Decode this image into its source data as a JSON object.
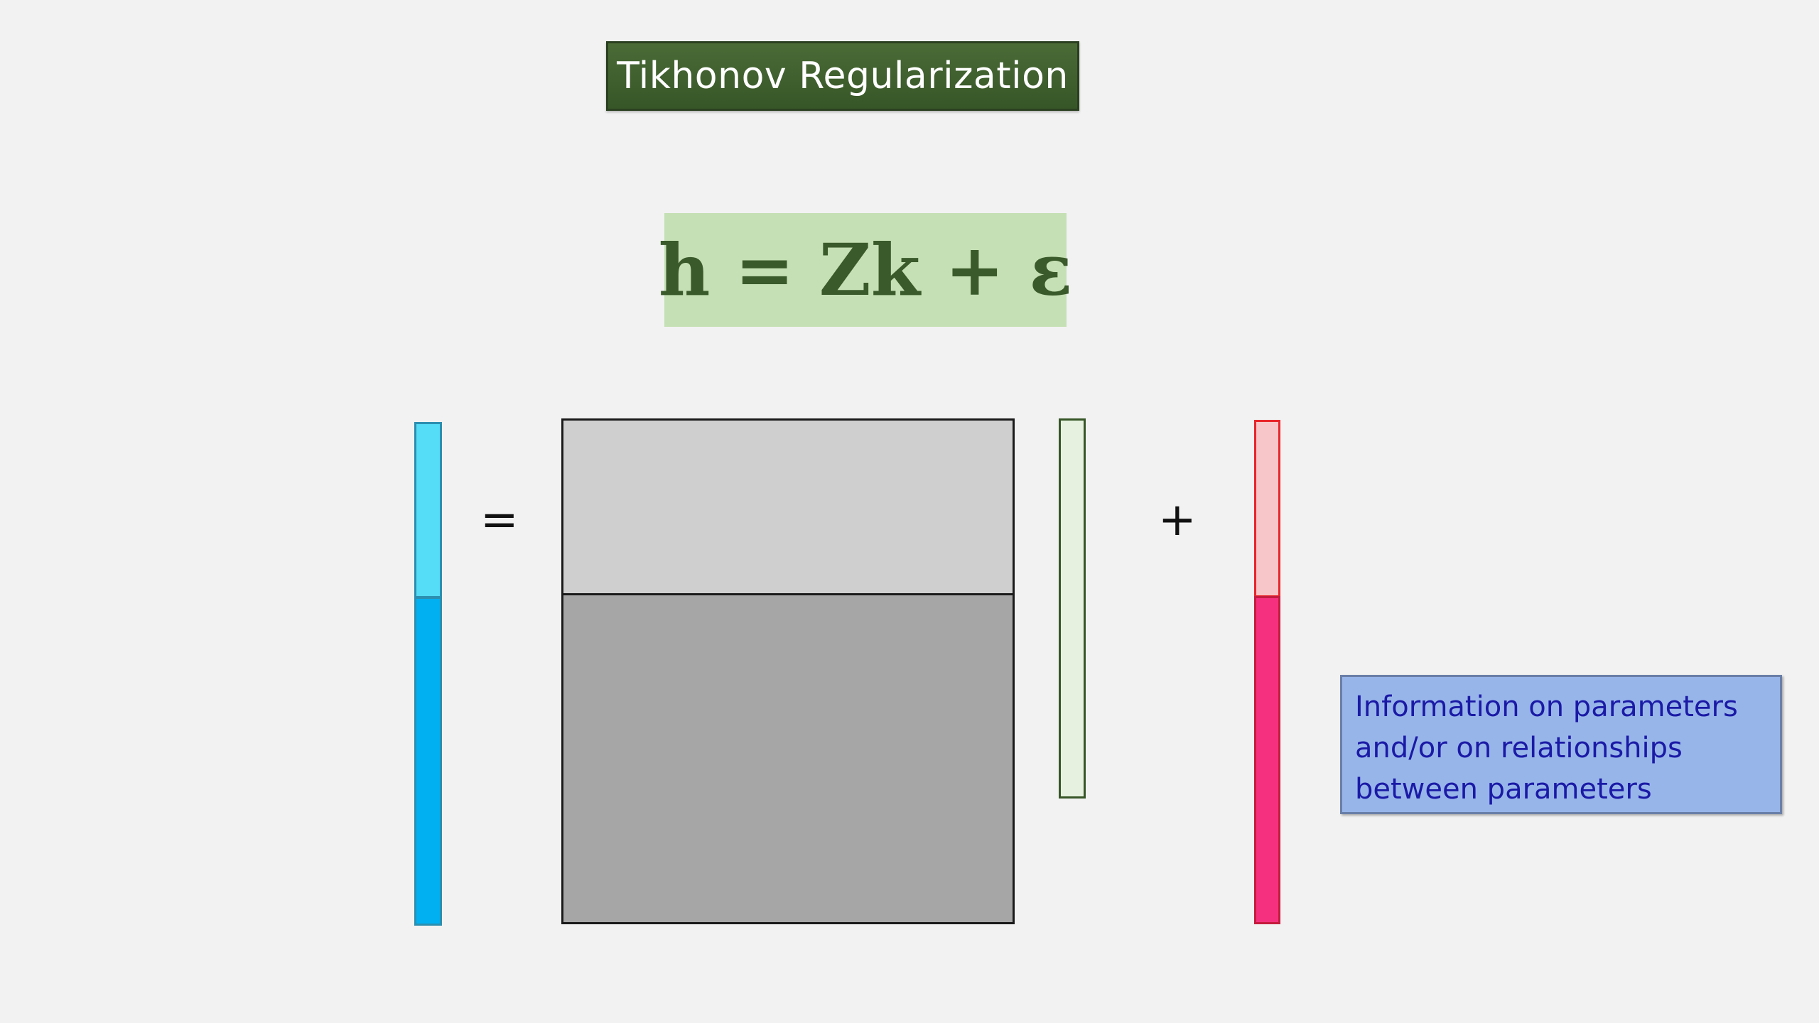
{
  "title": "Tikhonov Regularization",
  "equation": "h = Zk + ε",
  "operators": {
    "equals": "=",
    "plus": "+"
  },
  "info": {
    "lines": [
      "Information on parameters",
      "and/or on relationships",
      "between parameters"
    ]
  },
  "colors": {
    "background": "#f2f2f2",
    "title_fill": "#3e5f2e",
    "equation_fill": "#c5e0b4",
    "equation_text": "#3a5a2b",
    "h_top": "#55dcf6",
    "h_bottom": "#00b0f0",
    "z_top": "#d0cfcf",
    "z_bottom": "#a6a6a6",
    "k_fill": "#e6f2df",
    "epsilon_top": "#f7c6c8",
    "epsilon_bottom": "#f5317f",
    "info_fill": "#98b5ea",
    "info_text": "#1a1aa6"
  }
}
